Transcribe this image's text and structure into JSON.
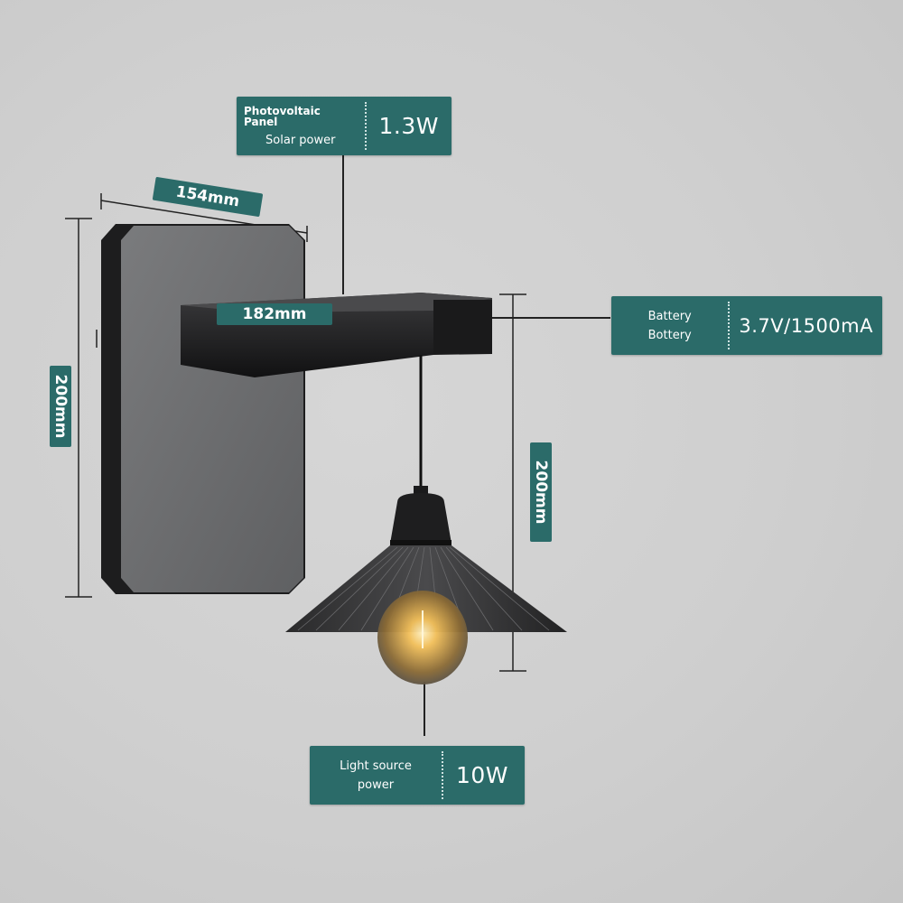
{
  "labels": {
    "photovoltaic": {
      "line1": "Photovoltaic Panel",
      "line2": "Solar power",
      "value": "1.3W"
    },
    "battery": {
      "line1": "Battery",
      "line2": "Bottery",
      "value": "3.7V/1500mA"
    },
    "light_source": {
      "line1": "Light source",
      "line2": "power",
      "value": "10W"
    }
  },
  "dimensions": {
    "panel_width": "154mm",
    "arm_length": "182mm",
    "panel_height": "200mm",
    "pendant_drop": "200mm"
  },
  "colors": {
    "label_bg": "#2b6b69",
    "background": "#cfcfcf",
    "panel": "#6f7072",
    "fixture": "#1c1c1d",
    "bulb_glow": "#f3c05a"
  }
}
